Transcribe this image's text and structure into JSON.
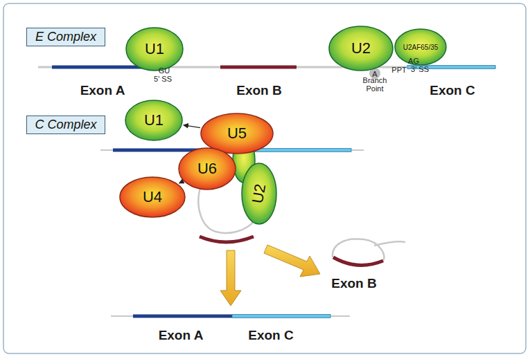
{
  "diagram": {
    "nodes": [
      {
        "text": [
          "E Complex"
        ]
      },
      {
        "text": [
          "U1"
        ]
      },
      {
        "text": [
          "U2"
        ]
      },
      {
        "text": [
          "U2AF65/35"
        ]
      },
      {
        "text": [
          "C Complex"
        ]
      },
      {
        "text": [
          "U1"
        ]
      },
      {
        "text": [
          "U5"
        ]
      },
      {
        "text": [
          "U6"
        ]
      },
      {
        "text": [
          "U4"
        ]
      },
      {
        "text": [
          "U2"
        ]
      }
    ],
    "edges": [
      {
        "from": 6,
        "to": 5,
        "arrow": "to"
      },
      {
        "from": 7,
        "to": 8,
        "arrow": "to"
      }
    ],
    "labels": [
      "GU",
      "5' SS",
      "Exon A",
      "Exon B",
      "A",
      "Branch Point",
      "PPT",
      "AG",
      "3' SS",
      "Exon C",
      "Exon B",
      "Exon A",
      "Exon C"
    ]
  }
}
